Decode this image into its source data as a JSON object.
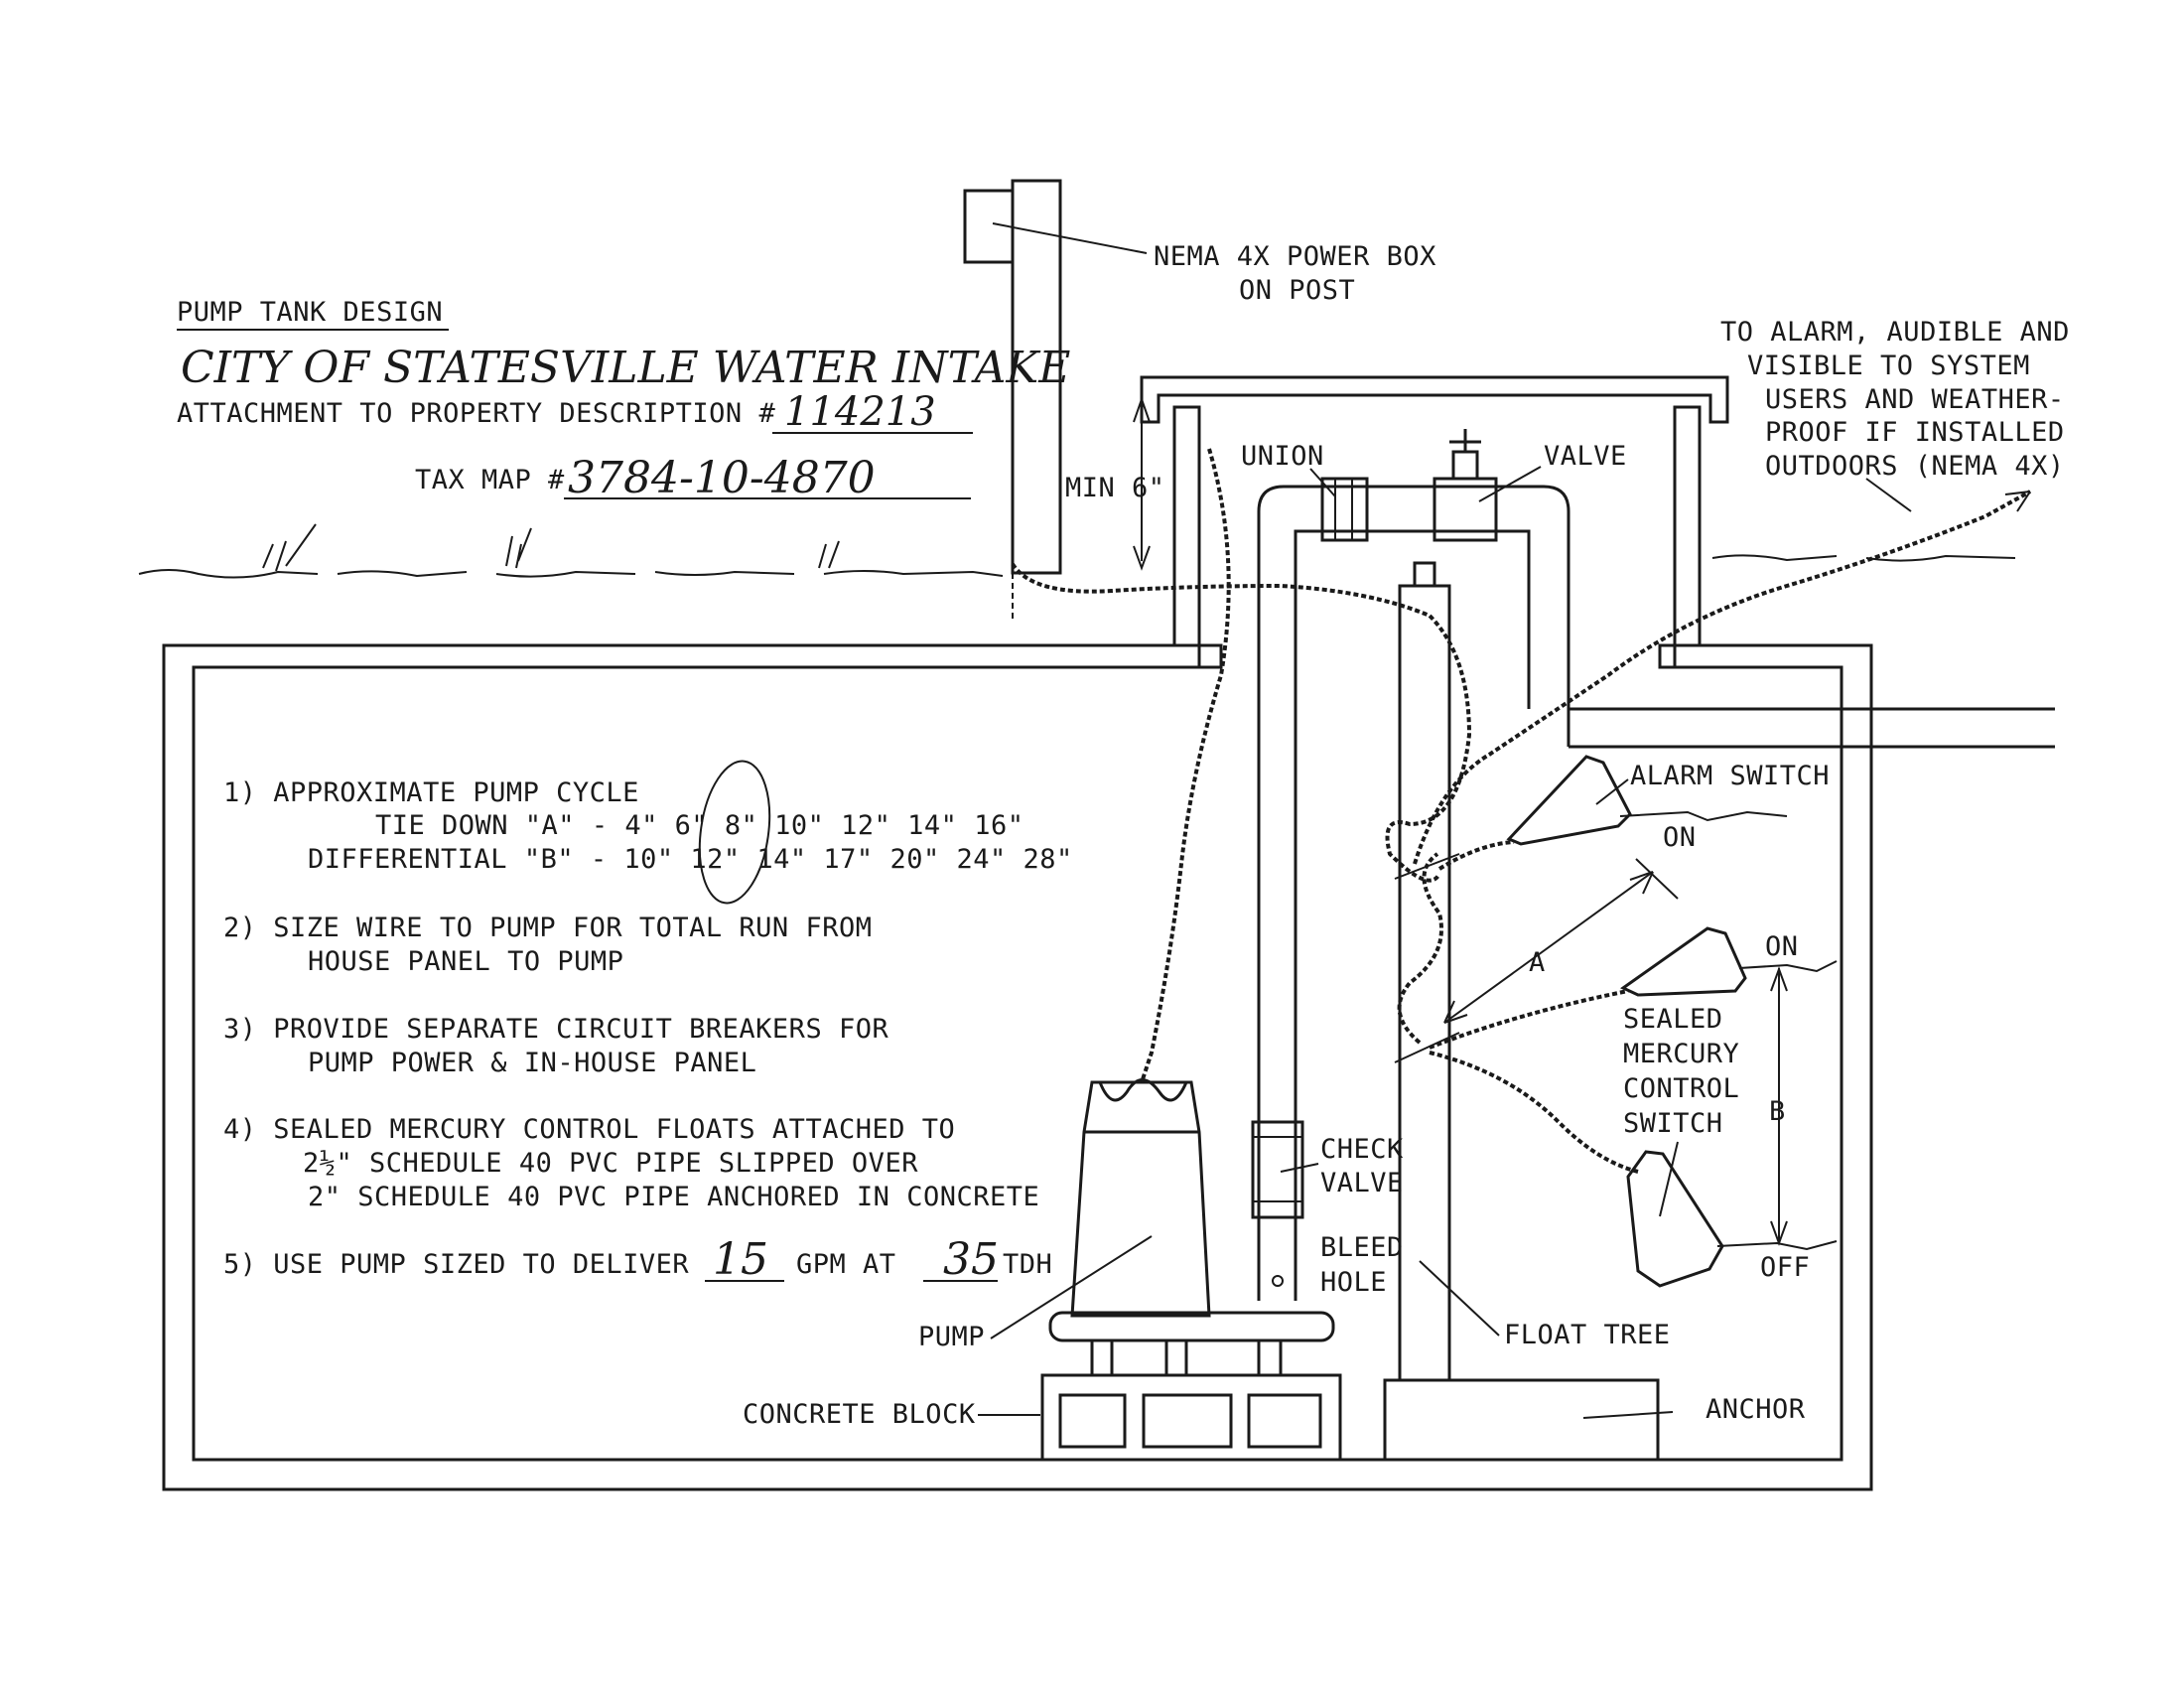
{
  "header": {
    "title": "PUMP TANK DESIGN",
    "project": "CITY OF STATESVILLE WATER INTAKE",
    "attachment_prefix": "ATTACHMENT TO PROPERTY DESCRIPTION #",
    "property_number": "114213",
    "tax_map_prefix": "TAX MAP #",
    "tax_map_number": "3784-10-4870"
  },
  "labels": {
    "power_box": [
      "NEMA 4X POWER BOX",
      "ON POST"
    ],
    "alarm_note": [
      "TO ALARM, AUDIBLE AND",
      "VISIBLE TO SYSTEM",
      "USERS AND WEATHER-",
      "PROOF IF INSTALLED",
      "OUTDOORS (NEMA 4X)"
    ],
    "min": "MIN 6\"",
    "union": "UNION",
    "valve": "VALVE",
    "alarm_switch": "ALARM SWITCH",
    "on_upper": "ON",
    "on_lower": "ON",
    "off": "OFF",
    "dim_a": "A",
    "dim_b": "B",
    "sealed_switch": [
      "SEALED",
      "MERCURY",
      "CONTROL",
      "SWITCH"
    ],
    "check_valve": [
      "CHECK",
      "VALVE"
    ],
    "bleed_hole": [
      "BLEED",
      "HOLE"
    ],
    "pump": "PUMP",
    "float_tree": "FLOAT TREE",
    "concrete_block": "CONCRETE BLOCK",
    "anchor": "ANCHOR"
  },
  "notes": {
    "n1": "1) APPROXIMATE PUMP CYCLE",
    "n1_tie": "TIE DOWN \"A\"  -  4\"  6\"  8\" 10\" 12\" 14\" 16\"",
    "n1_diff": "DIFFERENTIAL \"B\" - 10\" 12\" 14\" 17\" 20\" 24\" 28\"",
    "n2a": "2) SIZE WIRE TO PUMP FOR TOTAL RUN FROM",
    "n2b": "HOUSE PANEL TO PUMP",
    "n3a": "3) PROVIDE SEPARATE CIRCUIT BREAKERS FOR",
    "n3b": "PUMP POWER & IN-HOUSE PANEL",
    "n4a": "4) SEALED MERCURY CONTROL FLOATS ATTACHED TO",
    "n4b": "2½\" SCHEDULE 40 PVC PIPE SLIPPED OVER",
    "n4c": "2\" SCHEDULE 40 PVC PIPE ANCHORED IN CONCRETE",
    "n5_prefix": "5) USE PUMP SIZED TO DELIVER",
    "n5_gpm": "15",
    "n5_mid": "GPM AT",
    "n5_tdh": "35",
    "n5_suffix": "TDH"
  }
}
